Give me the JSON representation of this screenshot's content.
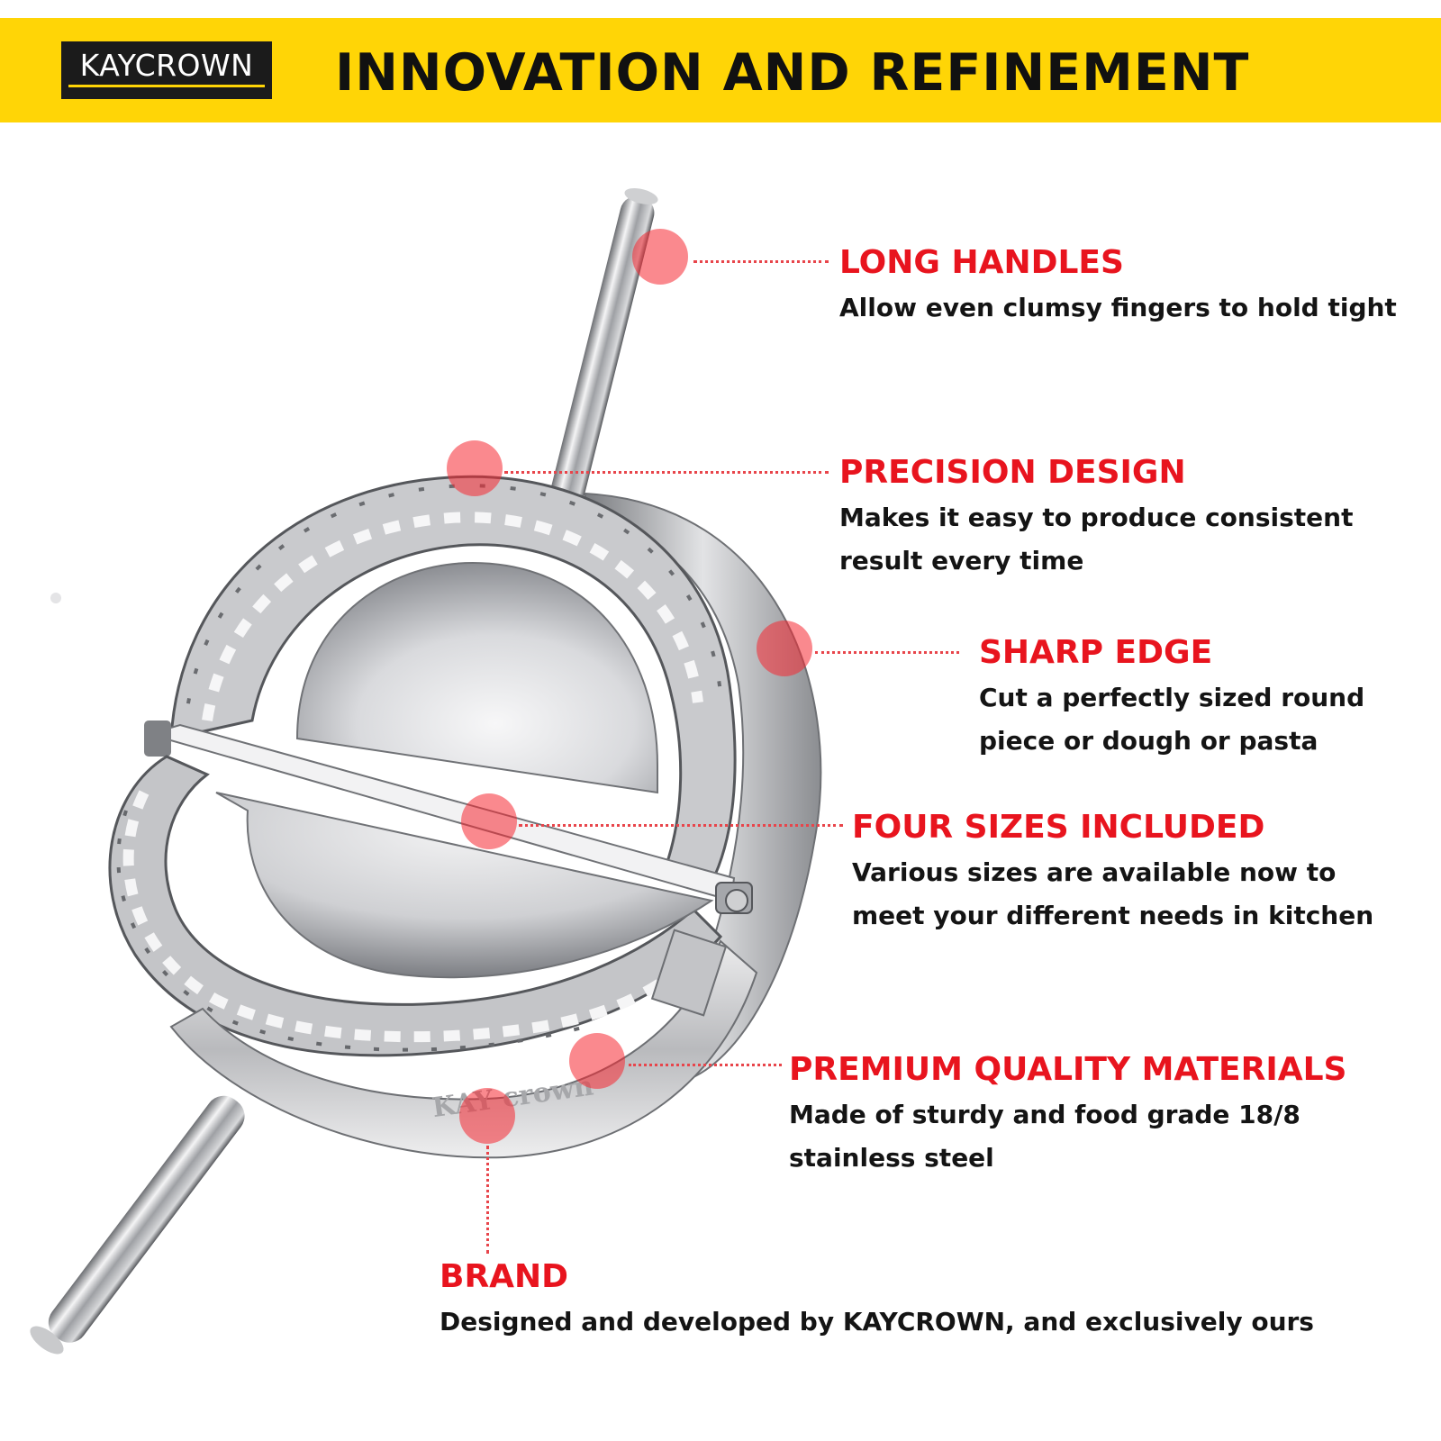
{
  "header": {
    "brand_logo_text": "KAYCROWN",
    "headline": "INNOVATION AND REFINEMENT",
    "banner_color": "#FFD506"
  },
  "product": {
    "engraving_text": "KAY crown"
  },
  "colors": {
    "callout_title": "#E8141E",
    "callout_text": "#141414",
    "marker": "#F52832"
  },
  "callouts": [
    {
      "title": "LONG HANDLES",
      "lines": [
        "Allow even clumsy fingers to hold tight"
      ]
    },
    {
      "title": "PRECISION DESIGN",
      "lines": [
        "Makes it easy to produce consistent",
        "result every time"
      ]
    },
    {
      "title": "SHARP EDGE",
      "lines": [
        "Cut a perfectly sized round",
        "piece or dough or pasta"
      ]
    },
    {
      "title": "FOUR SIZES INCLUDED",
      "lines": [
        "Various sizes are available now to",
        "meet your different needs in kitchen"
      ]
    },
    {
      "title": "PREMIUM QUALITY MATERIALS",
      "lines": [
        "Made of sturdy and food grade 18/8",
        "stainless steel"
      ]
    },
    {
      "title": "BRAND",
      "lines": [
        "Designed and developed by KAYCROWN, and exclusively ours"
      ]
    }
  ]
}
